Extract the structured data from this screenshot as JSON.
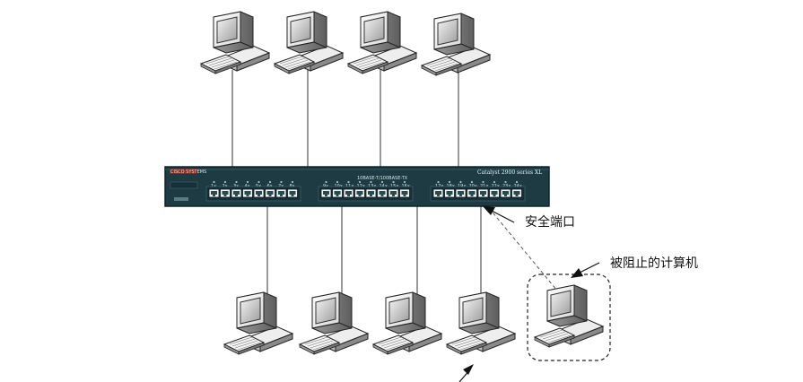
{
  "switch": {
    "brand_text": "CISCO SYSTEMS",
    "model_text": "Catalyst 2900 series XL",
    "group_label": "10BASE-T/100BASE-TX",
    "port_labels": [
      "1x",
      "2x",
      "3x",
      "4x",
      "5x",
      "6x",
      "7x",
      "8x",
      "9x",
      "10x",
      "11x",
      "12x",
      "13x",
      "14x",
      "15x",
      "16x",
      "17x",
      "18x",
      "19x",
      "20x",
      "21x",
      "22x",
      "23x",
      "24x"
    ]
  },
  "labels": {
    "secure_port": "安全端口",
    "blocked_computer": "被阻止的计算机"
  },
  "computers": {
    "top": [
      "pc-top-1",
      "pc-top-2",
      "pc-top-3",
      "pc-top-4"
    ],
    "bottom": [
      "pc-bottom-1",
      "pc-bottom-2",
      "pc-bottom-3",
      "pc-bottom-4"
    ],
    "blocked": "pc-blocked"
  },
  "colors": {
    "switch_body": "#1e3a42",
    "switch_edge": "#0f2329",
    "port_fill": "#f2f4f4",
    "cable": "#333333",
    "dashed": "#555555",
    "brand": "#c0392b"
  }
}
